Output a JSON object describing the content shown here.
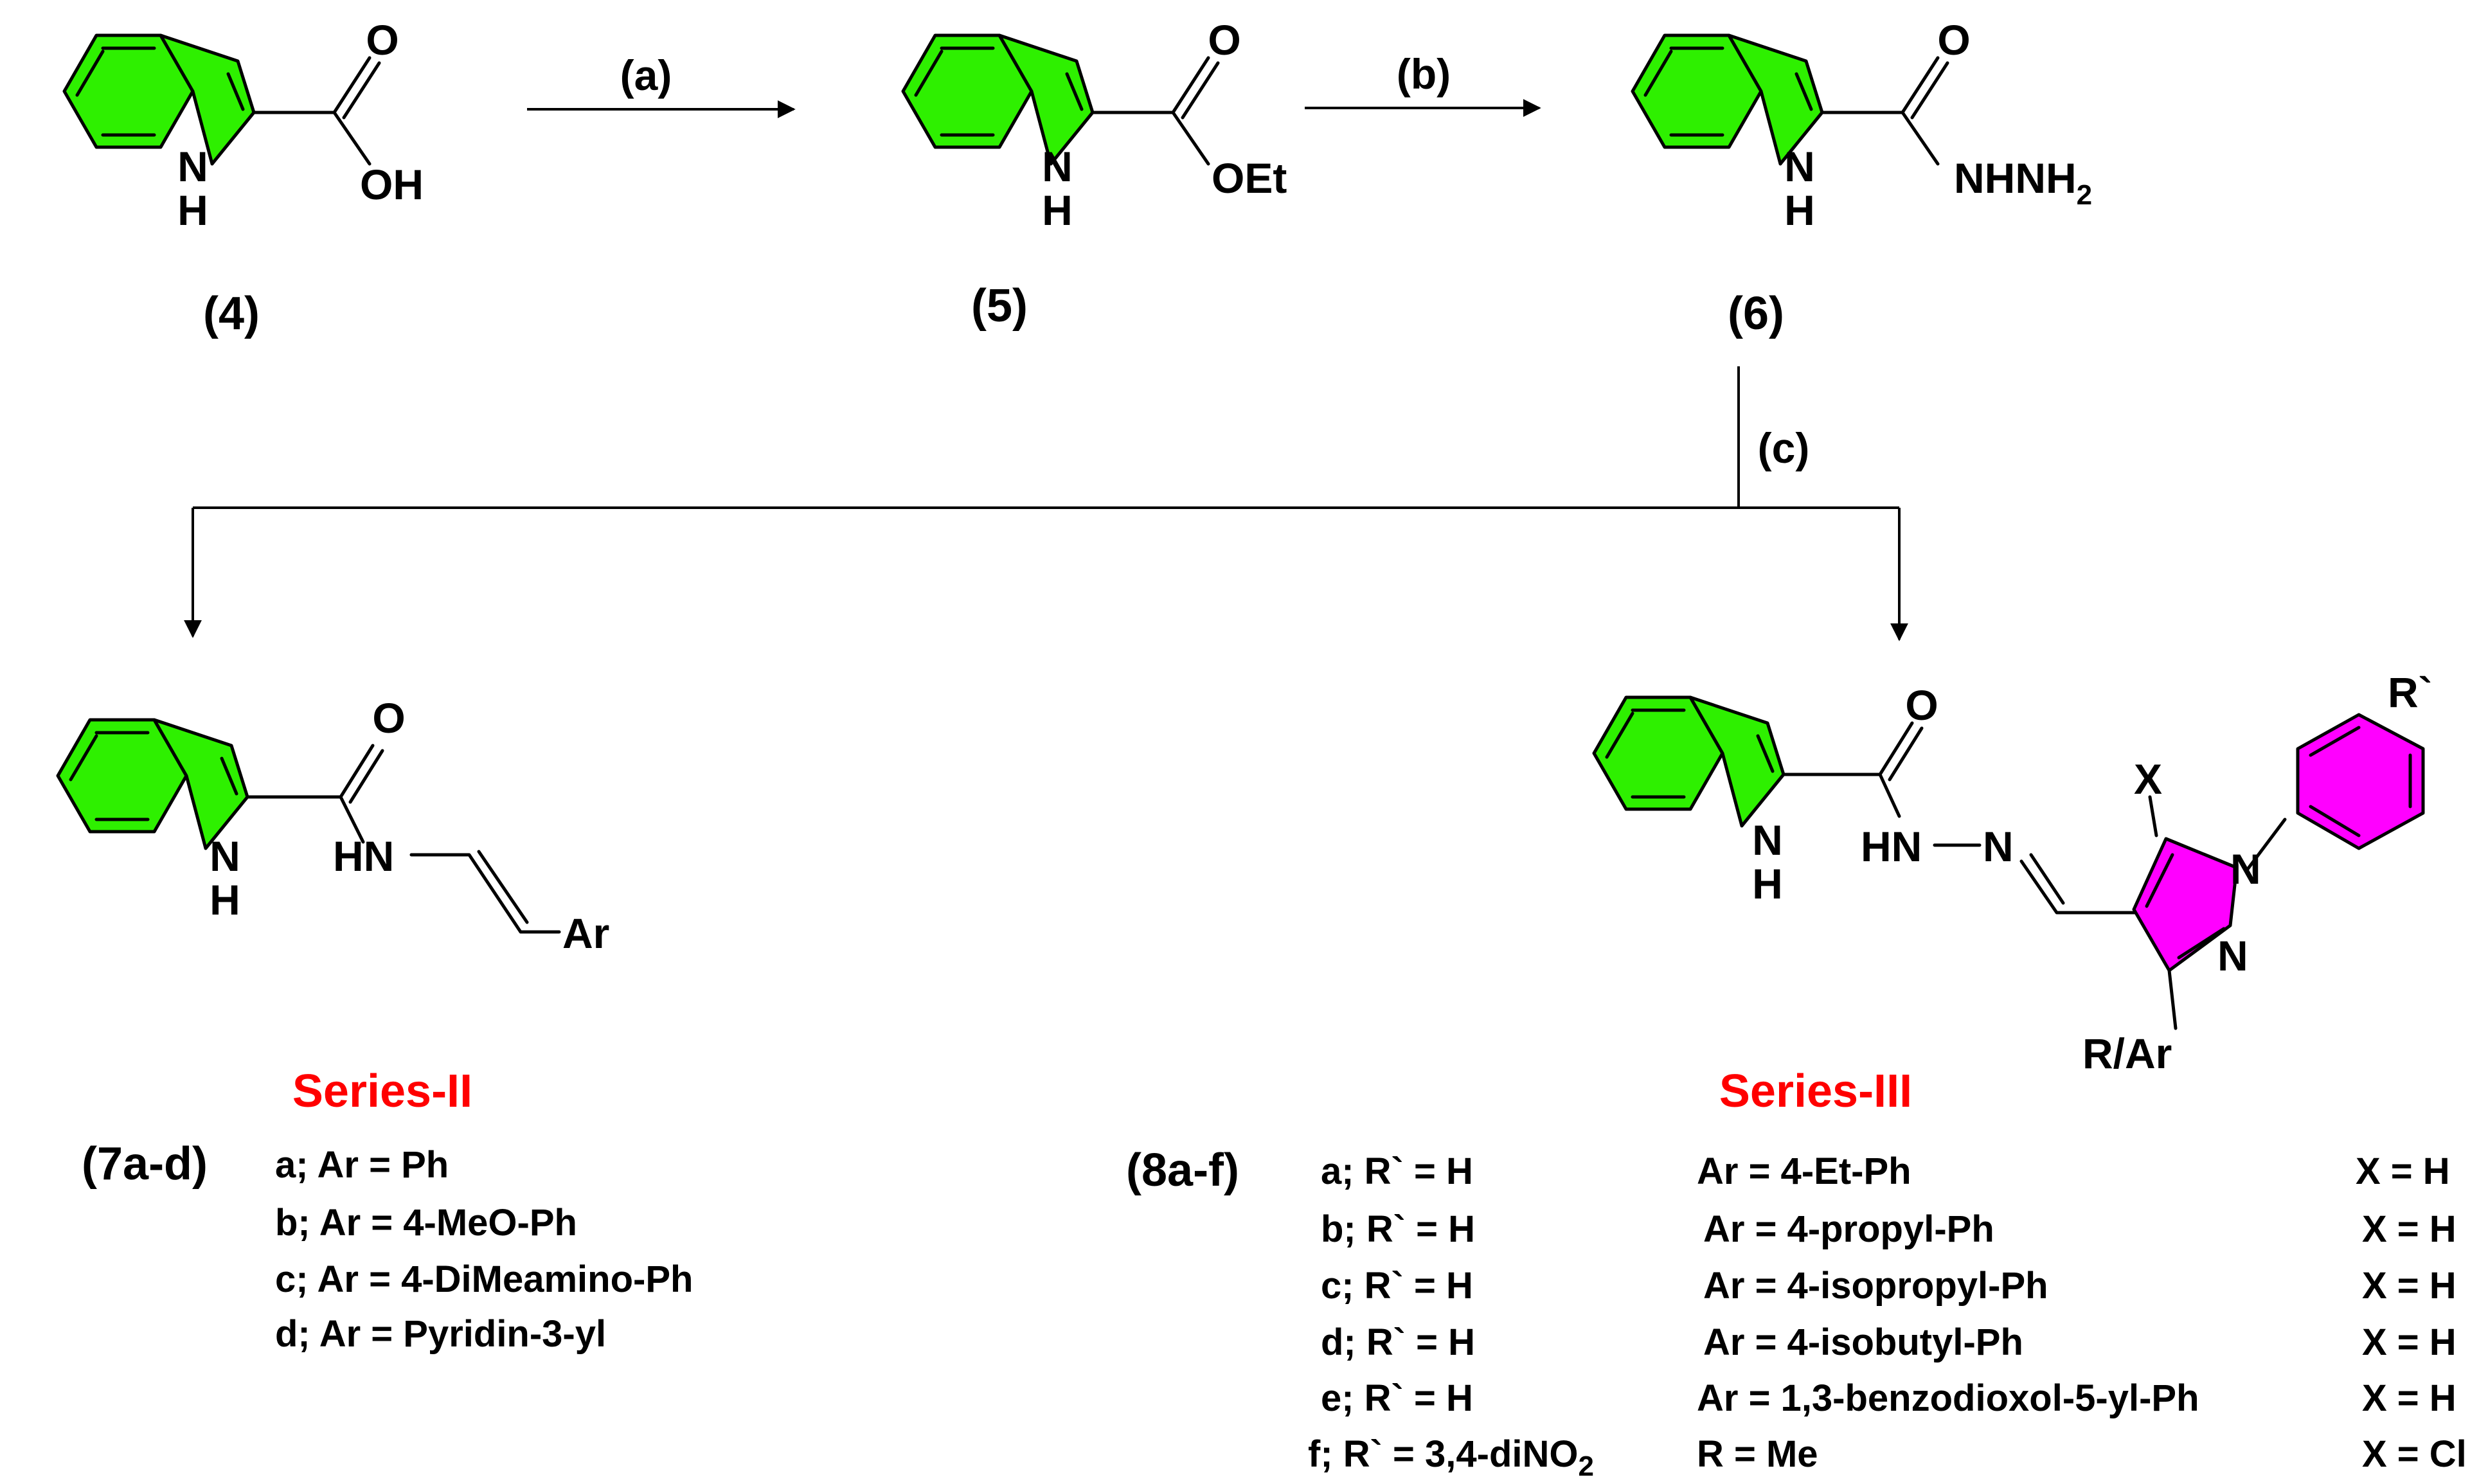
{
  "colors": {
    "indole_fill": "#2ef000",
    "pyrazole_fill": "#ff00ff",
    "series_label": "#ff0000"
  },
  "compounds": {
    "c4": {
      "label": "(4)",
      "nh": "N",
      "h": "H",
      "o": "O",
      "oh": "OH"
    },
    "c5": {
      "label": "(5)",
      "nh": "N",
      "h": "H",
      "o": "O",
      "oet": "OEt"
    },
    "c6": {
      "label": "(6)",
      "nh": "N",
      "h": "H",
      "o": "O",
      "nhnh": "NHNH",
      "sub2": "2"
    },
    "c7": {
      "nh": "N",
      "h": "H",
      "o": "O",
      "hn": "HN",
      "ar": "Ar"
    },
    "c8": {
      "nh": "N",
      "h": "H",
      "o": "O",
      "hn": "HN",
      "n_imine": "N",
      "x": "X",
      "n1": "N",
      "n2": "N",
      "rar": "R/Ar",
      "rprime": "R`"
    }
  },
  "arrows": {
    "a": "(a)",
    "b": "(b)",
    "c": "(c)"
  },
  "series2": {
    "title": "Series-II",
    "range": "(7a-d)",
    "items": [
      "a; Ar = Ph",
      "b; Ar = 4-MeO-Ph",
      "c; Ar = 4-DiMeamino-Ph",
      "d; Ar = Pyridin-3-yl"
    ]
  },
  "series3": {
    "title": "Series-III",
    "range": "(8a-f)",
    "rows": [
      {
        "r": "a; R` = H",
        "ar": "Ar = 4-Et-Ph",
        "x": "X = H"
      },
      {
        "r": "b; R` = H",
        "ar": "Ar = 4-propyl-Ph",
        "x": "X = H"
      },
      {
        "r": "c; R` = H",
        "ar": "Ar = 4-isopropyl-Ph",
        "x": "X = H"
      },
      {
        "r": "d; R` = H",
        "ar": "Ar = 4-isobutyl-Ph",
        "x": "X = H"
      },
      {
        "r": "e; R` = H",
        "ar": "Ar = 1,3-benzodioxol-5-yl-Ph",
        "x": "X = H"
      },
      {
        "r": "f; R` = 3,4-diNO",
        "r_sub": "2",
        "ar": "R = Me",
        "x": "X = Cl"
      }
    ]
  }
}
